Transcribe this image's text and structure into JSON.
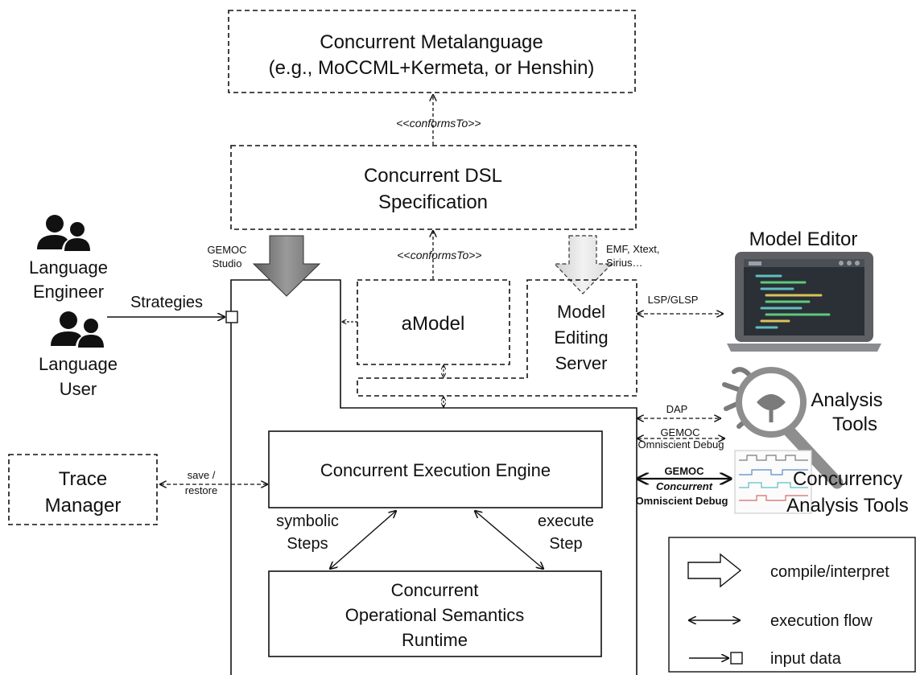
{
  "metalanguage": {
    "line1": "Concurrent Metalanguage",
    "line2": "(e.g., MoCCML+Kermeta, or Henshin)"
  },
  "conforms_to_top": {
    "prefix": "<<",
    "word": "conformsTo",
    "suffix": ">>"
  },
  "dsl_spec": {
    "line1": "Concurrent DSL",
    "line2": "Specification"
  },
  "gemoc_studio": {
    "line1": "GEMOC",
    "line2": "Studio"
  },
  "conforms_to_mid": {
    "prefix": "<<",
    "word": "conformsTo",
    "suffix": ">>"
  },
  "emf_label": {
    "line1": "EMF, Xtext,",
    "line2": "Sirius…"
  },
  "model_editor_title": "Model Editor",
  "actors": {
    "engineer": {
      "line1": "Language",
      "line2": "Engineer"
    },
    "user": {
      "line1": "Language",
      "line2": "User"
    }
  },
  "strategies_label": "Strategies",
  "amodel_label": "aModel",
  "editing_server": {
    "line1": "Model",
    "line2": "Editing",
    "line3": "Server"
  },
  "lsp_label": "LSP/GLSP",
  "dap_label": "DAP",
  "gemoc_omni": {
    "line1": "GEMOC",
    "line2": "Omniscient Debug"
  },
  "gemoc_conc": {
    "line1": "GEMOC",
    "line2": "Concurrent",
    "line3": "Omniscient Debug"
  },
  "analysis_tools": {
    "line1": "Analysis",
    "line2": "Tools"
  },
  "concurrency_tools": {
    "line1": "Concurrency",
    "line2": "Analysis Tools"
  },
  "trace_manager": {
    "line1": "Trace",
    "line2": "Manager"
  },
  "save_restore": {
    "line1": "save /",
    "line2": "restore"
  },
  "engine_label": "Concurrent Execution Engine",
  "symbolic_steps": {
    "line1": "symbolic",
    "line2": "Steps"
  },
  "execute_step": {
    "line1": "execute",
    "line2": "Step"
  },
  "runtime": {
    "line1": "Concurrent",
    "line2": "Operational Semantics",
    "line3": "Runtime"
  },
  "legend": {
    "compile": "compile/interpret",
    "execution": "execution flow",
    "input": "input data"
  },
  "colors": {
    "line": "#111111",
    "big_arrow_dark": "#7a7a7a",
    "big_arrow_light": "#e2e2e2",
    "laptop_body": "#5d5f63",
    "laptop_screen": "#2b2f36",
    "laptop_base": "#8a8c90",
    "bug_gray": "#7b7b7b",
    "magnifier": "#8e8e8e",
    "code_green": "#5ec97c",
    "code_teal": "#5fbfbf",
    "code_yellow": "#d8c35a"
  },
  "icons": [
    "people-icon",
    "laptop-icon",
    "bug-magnifier-icon",
    "waveform-icon"
  ]
}
